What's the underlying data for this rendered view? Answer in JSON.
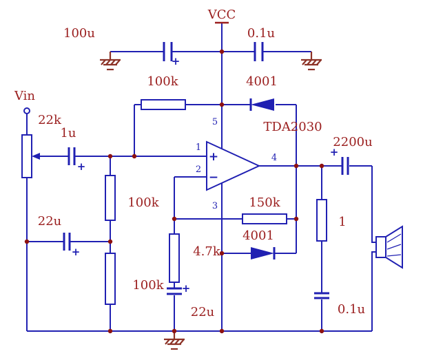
{
  "meta": {
    "title": "TDA2030 single-supply audio power amplifier schematic"
  },
  "colors": {
    "wire": "#2020B2",
    "label": "#9A1E1E",
    "junction_dot": "#8C1111",
    "ground": "#8C3226"
  },
  "power": {
    "vcc": "VCC"
  },
  "input": {
    "vin": "Vin"
  },
  "ic": {
    "name": "TDA2030",
    "pin1": "1",
    "pin2": "2",
    "pin3": "3",
    "pin4": "4",
    "pin5": "5",
    "noninverting": "+",
    "inverting": "−"
  },
  "components": {
    "c1": "100u",
    "c2": "0.1u",
    "r1": "100k",
    "d1": "4001",
    "rp": "22k",
    "c3": "1u",
    "r2": "100k",
    "c4": "22u",
    "r4": "150k",
    "r5": "4.7k",
    "d2": "4001",
    "r3": "100k",
    "c5": "22u",
    "c6": "2200u",
    "r6": "1",
    "c7": "0.1u"
  },
  "polarity": {
    "plus": "+"
  }
}
